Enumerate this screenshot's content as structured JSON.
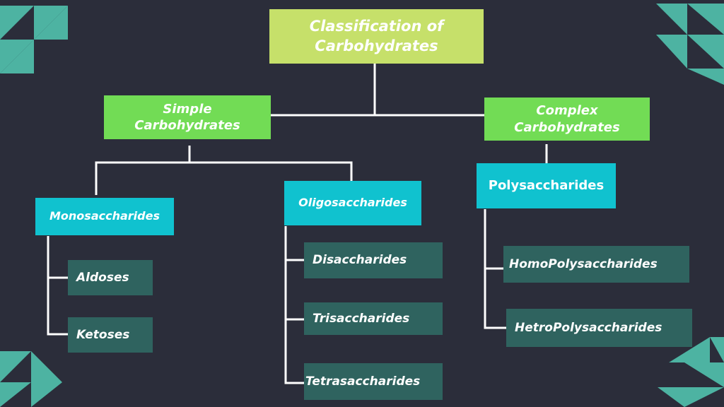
{
  "diagram": {
    "root": "Classification of\nCarbohydrates",
    "simple": "Simple\nCarbohydrates",
    "complex": "Complex\nCarbohydrates",
    "monosaccharides": "Monosaccharides",
    "oligosaccharides": "Oligosaccharides",
    "polysaccharides": "Polysaccharides",
    "aldoses": "Aldoses",
    "ketoses": "Ketoses",
    "disaccharides": "Disaccharides",
    "trisaccharides": "Trisaccharides",
    "tetrasaccharides": "Tetrasaccharides",
    "homopolysaccharides": "HomoPolysaccharides",
    "hetropolysaccharides": "HetroPolysaccharides"
  },
  "colors": {
    "background": "#2b2d3a",
    "root": "#c6e06a",
    "level1": "#72dc55",
    "level2": "#10c2cf",
    "leaf": "#2f635f",
    "connector": "#ffffff",
    "decoration": "#4db3a2"
  }
}
